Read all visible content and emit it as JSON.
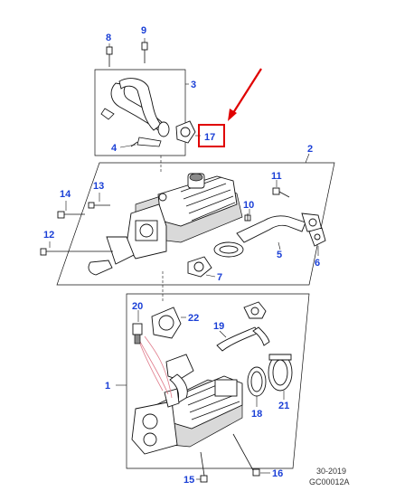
{
  "callouts": {
    "c1": "1",
    "c2": "2",
    "c3": "3",
    "c4": "4",
    "c5": "5",
    "c6": "6",
    "c7": "7",
    "c8": "8",
    "c9": "9",
    "c10": "10",
    "c11": "11",
    "c12": "12",
    "c13": "13",
    "c14": "14",
    "c15": "15",
    "c16": "16",
    "c17": "17",
    "c18": "18",
    "c19": "19",
    "c20": "20",
    "c21": "21",
    "c22": "22"
  },
  "highlight": {
    "callout": "17",
    "color": "#e00000"
  },
  "footer": {
    "date_code": "30-2019",
    "figure_id": "GC00012A"
  },
  "colors": {
    "callout_text": "#1a3fd6",
    "line": "#111111",
    "highlight": "#e00000",
    "wiring": "#e07a8a"
  }
}
